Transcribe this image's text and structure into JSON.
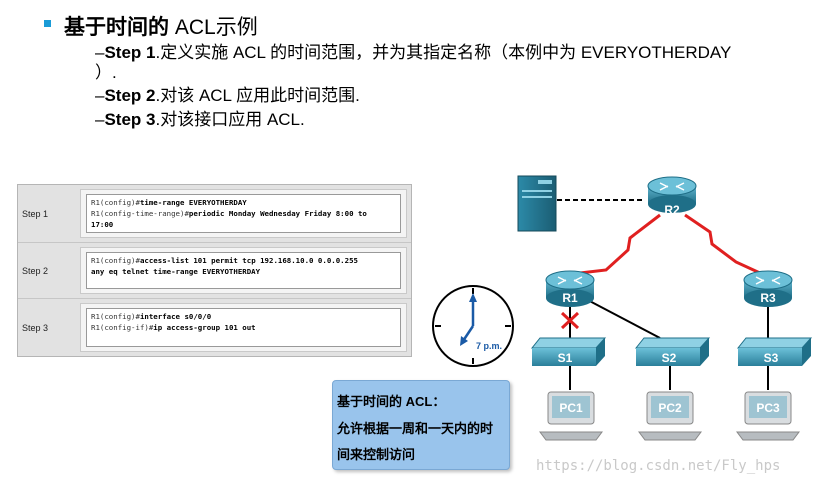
{
  "header": {
    "title_cn": "基于时间的",
    "title_acl": "ACL",
    "title_suffix": "示例"
  },
  "steps": [
    {
      "prefix": "–",
      "label": "Step 1",
      "text": ".定义实施 ACL 的时间范围，并为其指定名称（本例中为 EVERYOTHERDAY",
      "text_cont": "）."
    },
    {
      "prefix": "–",
      "label": "Step 2",
      "text": ".对该 ACL 应用此时间范围."
    },
    {
      "prefix": "–",
      "label": "Step 3",
      "text": ".对该接口应用 ACL."
    }
  ],
  "config": {
    "rows": [
      {
        "label": "Step 1",
        "lines": [
          {
            "prompt": "R1(config)#",
            "cmd": "time-range EVERYOTHERDAY"
          },
          {
            "prompt": "R1(config-time-range)#",
            "cmd": "periodic Monday Wednesday Friday 8:00 to"
          },
          {
            "prompt": "",
            "cmd": "17:00"
          }
        ]
      },
      {
        "label": "Step 2",
        "lines": [
          {
            "prompt": "R1(config)#",
            "cmd": "access-list 101 permit tcp 192.168.10.0 0.0.0.255"
          },
          {
            "prompt": "",
            "cmd": "any eq telnet time-range EVERYOTHERDAY"
          }
        ]
      },
      {
        "label": "Step 3",
        "lines": [
          {
            "prompt": "R1(config)#",
            "cmd": "interface s0/0/0"
          },
          {
            "prompt": "R1(config-if)#",
            "cmd": "ip access-group 101 out"
          }
        ]
      }
    ]
  },
  "clock": {
    "label": "7 p.m."
  },
  "callout": {
    "title": "基于时间的 ACL：",
    "line1": "允许根据一周和一天内的时",
    "line2": "间来控制访问"
  },
  "topology": {
    "routers": [
      "R2",
      "R1",
      "R3"
    ],
    "switches": [
      "S1",
      "S2",
      "S3"
    ],
    "pcs": [
      "PC1",
      "PC2",
      "PC3"
    ],
    "serial_link_color": "#e02020",
    "router_color": "#2a7f9a",
    "switch_color": "#2a7f9a",
    "blocked_marker_color": "#e02020"
  },
  "watermark": "https://blog.csdn.net/Fly_hps"
}
